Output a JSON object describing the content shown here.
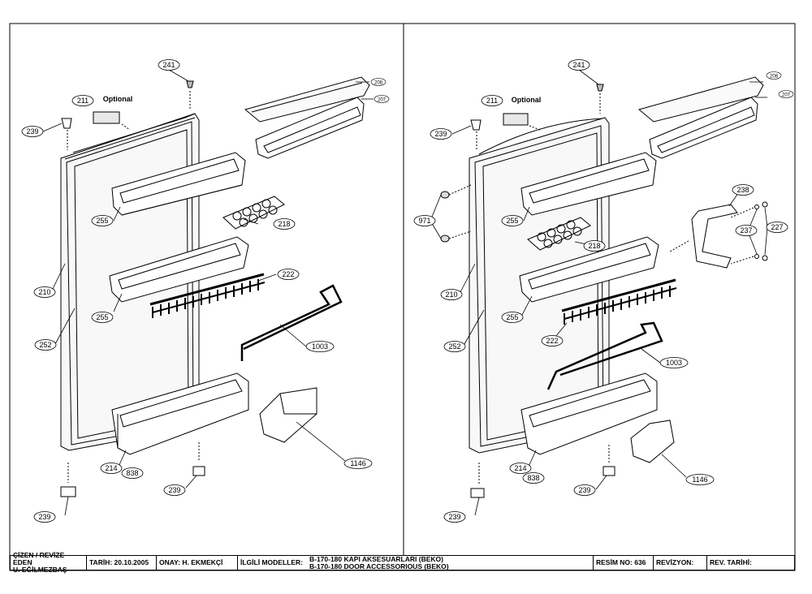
{
  "left_panel": {
    "optional_label": "Optional",
    "callouts": [
      "241",
      "211",
      "239",
      "208",
      "207",
      "255",
      "218",
      "255",
      "222",
      "210",
      "252",
      "1003",
      "214",
      "838",
      "239",
      "1146",
      "239"
    ]
  },
  "right_panel": {
    "optional_label": "Optional",
    "callouts": [
      "241",
      "211",
      "239",
      "208",
      "207",
      "238",
      "971",
      "255",
      "237",
      "227",
      "218",
      "210",
      "255",
      "222",
      "252",
      "1003",
      "214",
      "838",
      "239",
      "1146",
      "239"
    ]
  },
  "title_block": {
    "drawn_by_label": "ÇİZEN / REVİZE EDEN",
    "drawn_by_name": "U. EĞİLMEZBAŞ",
    "date": "TARİH: 20.10.2005",
    "approval": "ONAY: H. EKMEKÇİ",
    "related_models_label": "İLGİLİ MODELLER:",
    "related_models_line1": "B-170-180 KAPI AKSESUARLARI (BEKO)",
    "related_models_line2": "B-170-180 DOOR  ACCESSORIOUS (BEKO)",
    "drawing_no": "RESİM NO: 636",
    "revision": "REVİZYON:",
    "revision_date": "REV. TARİHİ:"
  }
}
